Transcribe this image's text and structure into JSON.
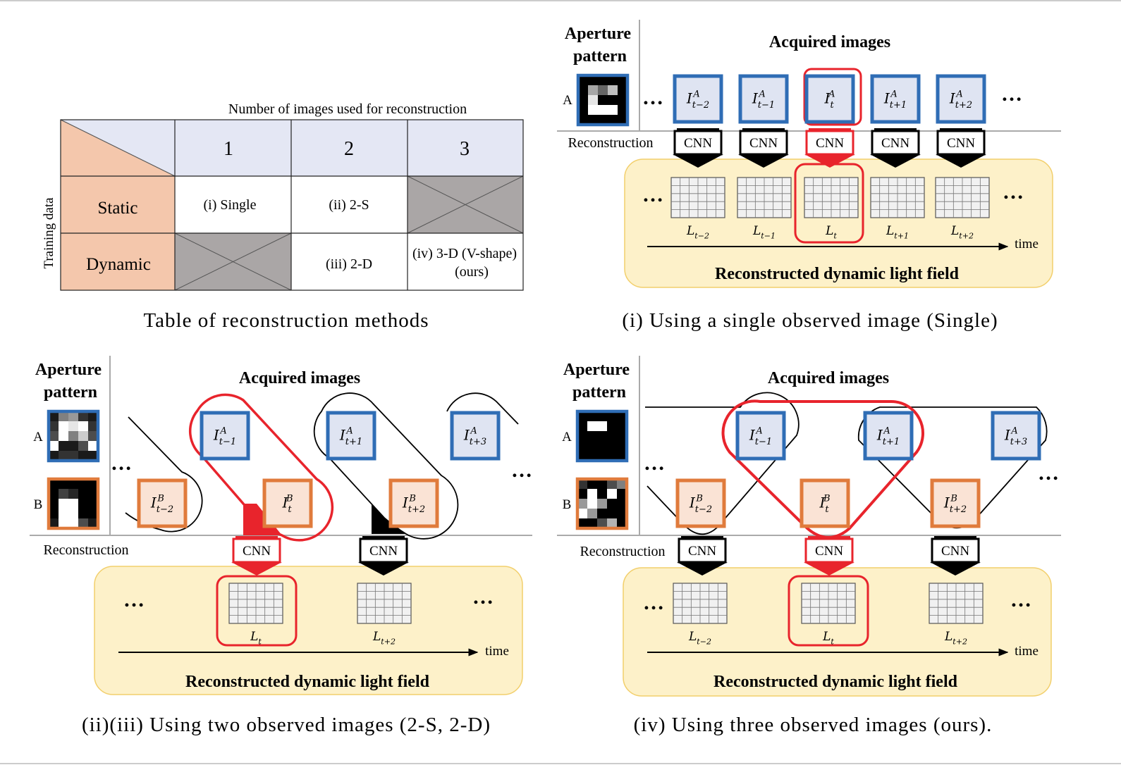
{
  "table": {
    "header": "Number of images used for reconstruction",
    "side_label": "Training data",
    "cols": [
      "1",
      "2",
      "3"
    ],
    "rows": [
      {
        "label": "Static",
        "cells": [
          "(i) Single",
          "(ii) 2-S",
          ""
        ]
      },
      {
        "label": "Dynamic",
        "cells": [
          "",
          "(iii) 2-D",
          "(iv) 3-D (V-shape)"
        ]
      }
    ],
    "ours": "(ours)",
    "caption": "Table of reconstruction methods"
  },
  "common": {
    "aperture_line1": "Aperture",
    "aperture_line2": "pattern",
    "acquired": "Acquired images",
    "reconstruction": "Reconstruction",
    "cnn": "CNN",
    "time": "time",
    "recon_field": "Reconstructed dynamic light field",
    "dots": "…",
    "A": "A",
    "B": "B"
  },
  "panel_i": {
    "caption": "(i) Using a single observed image (Single)",
    "images": [
      {
        "base": "I",
        "sup": "A",
        "sub": "t−2"
      },
      {
        "base": "I",
        "sup": "A",
        "sub": "t−1"
      },
      {
        "base": "I",
        "sup": "A",
        "sub": "t"
      },
      {
        "base": "I",
        "sup": "A",
        "sub": "t+1"
      },
      {
        "base": "I",
        "sup": "A",
        "sub": "t+2"
      }
    ],
    "fields": [
      {
        "base": "L",
        "sub": "t−2"
      },
      {
        "base": "L",
        "sub": "t−1"
      },
      {
        "base": "L",
        "sub": "t"
      },
      {
        "base": "L",
        "sub": "t+1"
      },
      {
        "base": "L",
        "sub": "t+2"
      }
    ]
  },
  "panel_ii": {
    "caption": "(ii)(iii) Using two observed images (2-S, 2-D)",
    "imagesA": [
      {
        "base": "I",
        "sup": "A",
        "sub": "t−1"
      },
      {
        "base": "I",
        "sup": "A",
        "sub": "t+1"
      },
      {
        "base": "I",
        "sup": "A",
        "sub": "t+3"
      }
    ],
    "imagesB": [
      {
        "base": "I",
        "sup": "B",
        "sub": "t−2"
      },
      {
        "base": "I",
        "sup": "B",
        "sub": "t"
      },
      {
        "base": "I",
        "sup": "B",
        "sub": "t+2"
      }
    ],
    "fields": [
      {
        "base": "L",
        "sub": "t"
      },
      {
        "base": "L",
        "sub": "t+2"
      }
    ]
  },
  "panel_iv": {
    "caption": "(iv) Using three observed images (ours).",
    "imagesA": [
      {
        "base": "I",
        "sup": "A",
        "sub": "t−1"
      },
      {
        "base": "I",
        "sup": "A",
        "sub": "t+1"
      },
      {
        "base": "I",
        "sup": "A",
        "sub": "t+3"
      }
    ],
    "imagesB": [
      {
        "base": "I",
        "sup": "B",
        "sub": "t−2"
      },
      {
        "base": "I",
        "sup": "B",
        "sub": "t"
      },
      {
        "base": "I",
        "sup": "B",
        "sub": "t+2"
      }
    ],
    "fields": [
      {
        "base": "L",
        "sub": "t−2"
      },
      {
        "base": "L",
        "sub": "t"
      },
      {
        "base": "L",
        "sub": "t+2"
      }
    ]
  },
  "colors": {
    "blue_border": "#2f6db5",
    "blue_fill": "#dfe4f2",
    "orange_border": "#e07b3c",
    "orange_fill": "#fae3d5",
    "red": "#e8242c",
    "yellow_panel": "#fdf1c9",
    "yellow_border": "#f2cf6c",
    "peach": "#f4c7ac",
    "gray_cell": "#aaa6a6",
    "header_fill": "#e4e7f4"
  },
  "aperture_patterns": {
    "i_A": [
      [
        0,
        0,
        0,
        0,
        0
      ],
      [
        0,
        0.65,
        0.4,
        0.75,
        0
      ],
      [
        0,
        0.9,
        0,
        0,
        0
      ],
      [
        0,
        1,
        1,
        1,
        0
      ],
      [
        0,
        0,
        0,
        0,
        0
      ]
    ],
    "ii_A": [
      [
        0.1,
        0.5,
        0.6,
        0.2,
        0.1
      ],
      [
        0.2,
        1,
        0.9,
        1,
        0.2
      ],
      [
        0.3,
        1,
        0.5,
        0.8,
        0.3
      ],
      [
        1,
        0.1,
        0.1,
        0.3,
        1
      ],
      [
        0.1,
        0.2,
        0.2,
        0.1,
        0.1
      ]
    ],
    "ii_B": [
      [
        0,
        0,
        0,
        0,
        0
      ],
      [
        0,
        0.25,
        0.15,
        0,
        0
      ],
      [
        0,
        1,
        1,
        0,
        0
      ],
      [
        0,
        1,
        1,
        0,
        0
      ],
      [
        0.1,
        1,
        1,
        0.3,
        0.1
      ]
    ],
    "iv_A": [
      [
        0,
        0,
        0,
        0,
        0
      ],
      [
        0,
        1,
        1,
        0,
        0
      ],
      [
        0,
        0,
        0,
        0,
        0
      ],
      [
        0,
        0,
        0,
        0,
        0
      ],
      [
        0,
        0,
        0,
        0,
        0
      ]
    ],
    "iv_B": [
      [
        0.2,
        0,
        0,
        0.3,
        0.5
      ],
      [
        0,
        1,
        0,
        1,
        0
      ],
      [
        0.6,
        1,
        0.6,
        0,
        0
      ],
      [
        1,
        0.6,
        0,
        0,
        0
      ],
      [
        0,
        0,
        0.3,
        0.7,
        0
      ]
    ]
  }
}
